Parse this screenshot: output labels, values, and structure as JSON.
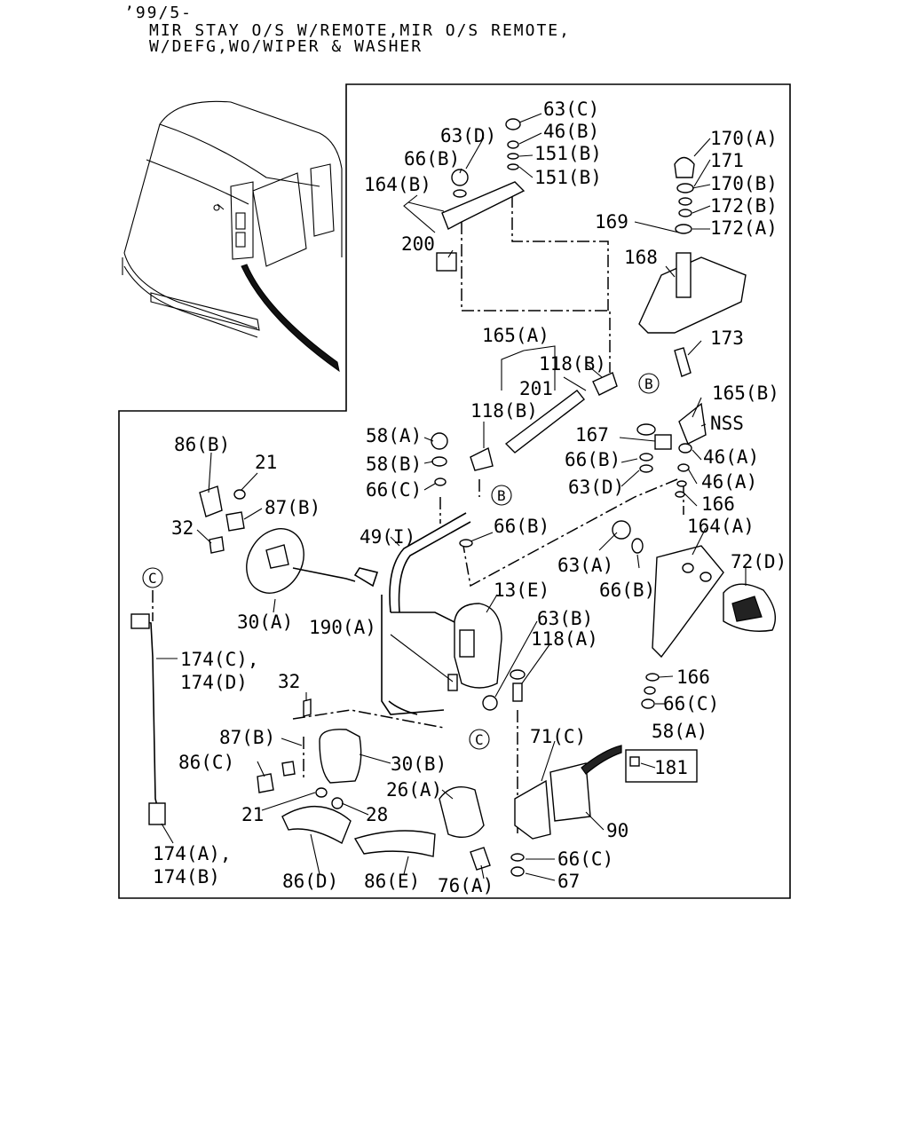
{
  "header": {
    "line1": "’99/5-",
    "line2": "MIR STAY O/S W/REMOTE,MIR O/S REMOTE,",
    "line3": "W/DEFG,WO/WIPER & WASHER"
  },
  "callouts": {
    "c63C": "63(C)",
    "c46B": "46(B)",
    "c63D_top": "63(D)",
    "c66B_top": "66(B)",
    "c151B_1": "151(B)",
    "c151B_2": "151(B)",
    "c164B": "164(B)",
    "c200": "200",
    "c170A": "170(A)",
    "c171": "171",
    "c170B": "170(B)",
    "c172B": "172(B)",
    "c169": "169",
    "c172A": "172(A)",
    "c168": "168",
    "c173": "173",
    "c165A": "165(A)",
    "c118B_1": "118(B)",
    "c201": "201",
    "c118B_2": "118(B)",
    "c165B": "165(B)",
    "cNSS": "NSS",
    "c167": "167",
    "c66B_mid": "66(B)",
    "c63D_mid": "63(D)",
    "c46A_1": "46(A)",
    "c46A_2": "46(A)",
    "c166_top": "166",
    "c58A_top": "58(A)",
    "c58B": "58(B)",
    "c66C_top": "66(C)",
    "c86B": "86(B)",
    "c21_top": "21",
    "c87B_top": "87(B)",
    "c32_top": "32",
    "c49I": "49(I)",
    "c66B_low": "66(B)",
    "c63A": "63(A)",
    "c164A": "164(A)",
    "c72D": "72(D)",
    "c66B_right": "66(B)",
    "c30A": "30(A)",
    "c13E": "13(E)",
    "c190A": "190(A)",
    "c63B": "63(B)",
    "c118A": "118(A)",
    "c174C": "174(C),",
    "c174D": "174(D)",
    "c166_low": "166",
    "c66C_mid": "66(C)",
    "c58A_low": "58(A)",
    "c32_low": "32",
    "c87B_low": "87(B)",
    "c86C": "86(C)",
    "c30B": "30(B)",
    "c71C": "71(C)",
    "c181": "181",
    "c26A": "26(A)",
    "c21_low": "21",
    "c28": "28",
    "c90": "90",
    "c174A": "174(A),",
    "c174B": "174(B)",
    "c66C_bottom": "66(C)",
    "c67": "67",
    "c86D": "86(D)",
    "c86E": "86(E)",
    "c76A": "76(A)"
  },
  "refs": {
    "B_top": "B",
    "B_low": "B",
    "C_top": "C",
    "C_low": "C"
  }
}
